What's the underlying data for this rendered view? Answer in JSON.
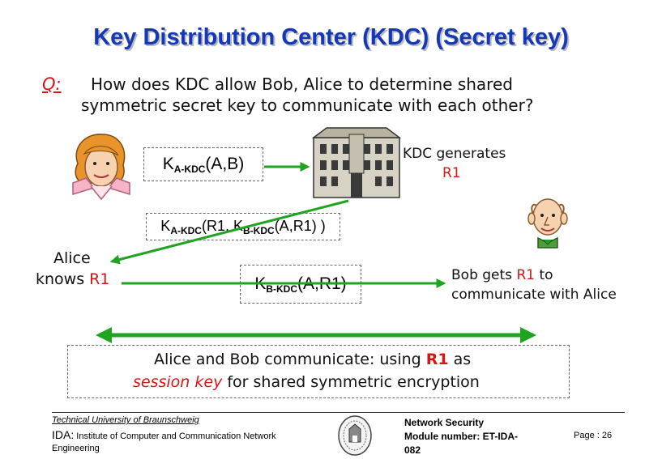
{
  "title": "Key Distribution Center (KDC) (Secret key)",
  "question": {
    "label": "Q:",
    "line1": "How does KDC allow Bob, Alice to determine shared",
    "line2": "symmetric secret key to communicate with each other?"
  },
  "msg1": {
    "k": "K",
    "sub": "A-KDC",
    "args": "(A,B)"
  },
  "kdc_note": {
    "line1": "KDC generates",
    "line2": "R1"
  },
  "msg2": {
    "k1": "K",
    "sub1": "A-KDC",
    "mid": "(R1, ",
    "k2": "K",
    "sub2": "B-KDC",
    "end": "(A,R1) )"
  },
  "alice_note": {
    "line1": "Alice",
    "line2_prefix": "knows ",
    "line2_key": "R1"
  },
  "msg3": {
    "k": "K",
    "sub": "B-KDC",
    "args": "(A,R1)"
  },
  "bob_note": {
    "prefix": "Bob gets ",
    "key": "R1",
    "suffix": " to",
    "line2": "communicate with Alice"
  },
  "session": {
    "line1_prefix": "Alice and Bob communicate: using ",
    "line1_key": "R1",
    "line1_suffix": " as",
    "line2_em": "session key",
    "line2_rest": " for shared symmetric encryption"
  },
  "footer": {
    "university": "Technical University of Braunschweig",
    "ida_label": "IDA:",
    "institute": " Institute of Computer and Communication Network",
    "engineering": "Engineering",
    "course1": "Network Security",
    "course2": "Module number: ET-IDA-",
    "course3": "082",
    "page_label": "Page : ",
    "page_number": "26"
  },
  "icons": [
    "alice-avatar-icon",
    "bob-avatar-icon",
    "kdc-building-icon",
    "university-seal-icon"
  ],
  "colors": {
    "title": "#1538b4",
    "accent_red": "#d81515",
    "arrow_green": "#1fa41f"
  }
}
